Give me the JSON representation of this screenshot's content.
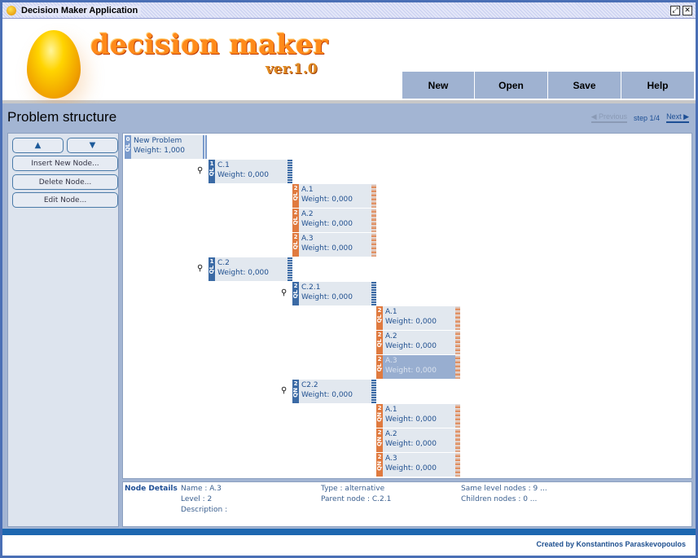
{
  "window": {
    "title": "Decision Maker Application",
    "controls": [
      "restore-icon",
      "close-icon"
    ]
  },
  "logo": {
    "text": "decision maker",
    "version": "ver.1.0"
  },
  "menu": [
    "New",
    "Open",
    "Save",
    "Help"
  ],
  "section": {
    "title": "Problem structure",
    "previous": "◀ Previous",
    "step": "step 1/4",
    "next": "Next ▶"
  },
  "sidebar": {
    "up": "▲",
    "down": "▼",
    "insert": "Insert New Node...",
    "delete": "Delete Node...",
    "edit": "Edit Node..."
  },
  "tree": [
    {
      "depth": 0,
      "level": "0",
      "tag": "QL",
      "name": "New Problem",
      "weight": "Weight: 1,000",
      "kind": "root"
    },
    {
      "depth": 1,
      "level": "1",
      "tag": "QL",
      "name": "C.1",
      "weight": "Weight: 0,000",
      "kind": "crit",
      "key": true
    },
    {
      "depth": 2,
      "level": "2",
      "tag": "QL",
      "name": "A.1",
      "weight": "Weight: 0,000",
      "kind": "alt"
    },
    {
      "depth": 2,
      "level": "2",
      "tag": "QL",
      "name": "A.2",
      "weight": "Weight: 0,000",
      "kind": "alt"
    },
    {
      "depth": 2,
      "level": "2",
      "tag": "QL",
      "name": "A.3",
      "weight": "Weight: 0,000",
      "kind": "alt"
    },
    {
      "depth": 1,
      "level": "1",
      "tag": "QL",
      "name": "C.2",
      "weight": "Weight: 0,000",
      "kind": "crit",
      "key": true
    },
    {
      "depth": 2,
      "level": "2",
      "tag": "QL",
      "name": "C.2.1",
      "weight": "Weight: 0,000",
      "kind": "crit",
      "key": true
    },
    {
      "depth": 3,
      "level": "2",
      "tag": "QL",
      "name": "A.1",
      "weight": "Weight: 0,000",
      "kind": "alt"
    },
    {
      "depth": 3,
      "level": "2",
      "tag": "QL",
      "name": "A.2",
      "weight": "Weight: 0,000",
      "kind": "alt"
    },
    {
      "depth": 3,
      "level": "2",
      "tag": "QL",
      "name": "A.3",
      "weight": "Weight: 0,000",
      "kind": "alt",
      "selected": true
    },
    {
      "depth": 2,
      "level": "2",
      "tag": "QN",
      "name": "C2.2",
      "weight": "Weight: 0,000",
      "kind": "crit",
      "key": true
    },
    {
      "depth": 3,
      "level": "2",
      "tag": "QN",
      "name": "A.1",
      "weight": "Weight: 0,000",
      "kind": "alt"
    },
    {
      "depth": 3,
      "level": "2",
      "tag": "QN",
      "name": "A.2",
      "weight": "Weight: 0,000",
      "kind": "alt"
    },
    {
      "depth": 3,
      "level": "2",
      "tag": "QN",
      "name": "A.3",
      "weight": "Weight: 0,000",
      "kind": "alt"
    }
  ],
  "details": {
    "label": "Node Details",
    "name": "Name : A.3",
    "level": "Level : 2",
    "description": "Description :",
    "type": "Type : alternative",
    "parent": "Parent node : C.2.1",
    "same_level": "Same level nodes : 9 ...",
    "children": "Children nodes : 0 ..."
  },
  "footer": "Created by Konstantinos Paraskevopoulos",
  "colors": {
    "criterion": "#3b6aa5",
    "alternative": "#e07a3f",
    "panel": "#a3b5d3",
    "accent": "#1d67b0"
  }
}
